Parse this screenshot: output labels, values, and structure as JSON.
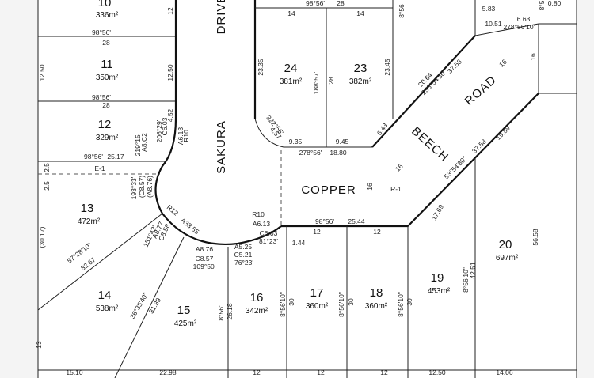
{
  "lots": [
    {
      "id": "10",
      "area": "336m²"
    },
    {
      "id": "11",
      "area": "350m²"
    },
    {
      "id": "12",
      "area": "329m²"
    },
    {
      "id": "13",
      "area": "472m²"
    },
    {
      "id": "14",
      "area": "538m²"
    },
    {
      "id": "15",
      "area": "425m²"
    },
    {
      "id": "16",
      "area": "342m²"
    },
    {
      "id": "17",
      "area": "360m²"
    },
    {
      "id": "18",
      "area": "360m²"
    },
    {
      "id": "19",
      "area": "453m²"
    },
    {
      "id": "20",
      "area": "697m²"
    },
    {
      "id": "23",
      "area": "382m²"
    },
    {
      "id": "24",
      "area": "381m²"
    }
  ],
  "roads": {
    "sakura": "SAKURA",
    "drive": "DRIVE",
    "copper": "COPPER",
    "beech": "BEECH",
    "road": "ROAD",
    "reserve": "R-1",
    "easement": "E-1"
  },
  "dims": [
    "12",
    "98°56'",
    "28",
    "12.50",
    "12.50",
    "98°56'",
    "28",
    "4.52",
    "206°29'",
    "C6.03",
    "A6.13",
    "R10",
    "219°15'",
    "A8.C2",
    "98°56'",
    "25.17",
    "2.5",
    "2.5",
    "193°33'",
    "(C8.57)",
    "(A8.76)",
    "R12",
    "A33.55",
    "A8.77",
    "C8.58",
    "151°42'",
    "A8.76",
    "C8.57",
    "109°50'",
    "(30.17)",
    "57°28'10\"",
    "32.67",
    "36°35'40\"",
    "31.39",
    "13",
    "15.10",
    "22.98",
    "8°56'",
    "26.18",
    "12",
    "12",
    "12",
    "A5.25",
    "C5.21",
    "76°23'",
    "R10",
    "A6.13",
    "C6.03",
    "81°23'",
    "1.44",
    "98°56'",
    "25.44",
    "12",
    "12",
    "8°56'10\"",
    "30",
    "8°56'10\"",
    "30",
    "8°56'10\"",
    "30",
    "12.50",
    "14.06",
    "17.69",
    "8°56'10\"",
    "42.51",
    "53°54'30\"",
    "37.58",
    "19.89",
    "56.58",
    "16",
    "16",
    "16",
    "98°56'",
    "28",
    "14",
    "14",
    "23.35",
    "23.45",
    "188°57'",
    "28",
    "322°56'",
    "4.57",
    "9.35",
    "278°56'",
    "18.80",
    "9.45",
    "6.43",
    "20.64",
    "233°54'30\"",
    "37.58",
    "10.51",
    "278°56'10\"",
    "6.63",
    "5.83",
    "8°5",
    "0.80",
    "16",
    "8°56"
  ]
}
